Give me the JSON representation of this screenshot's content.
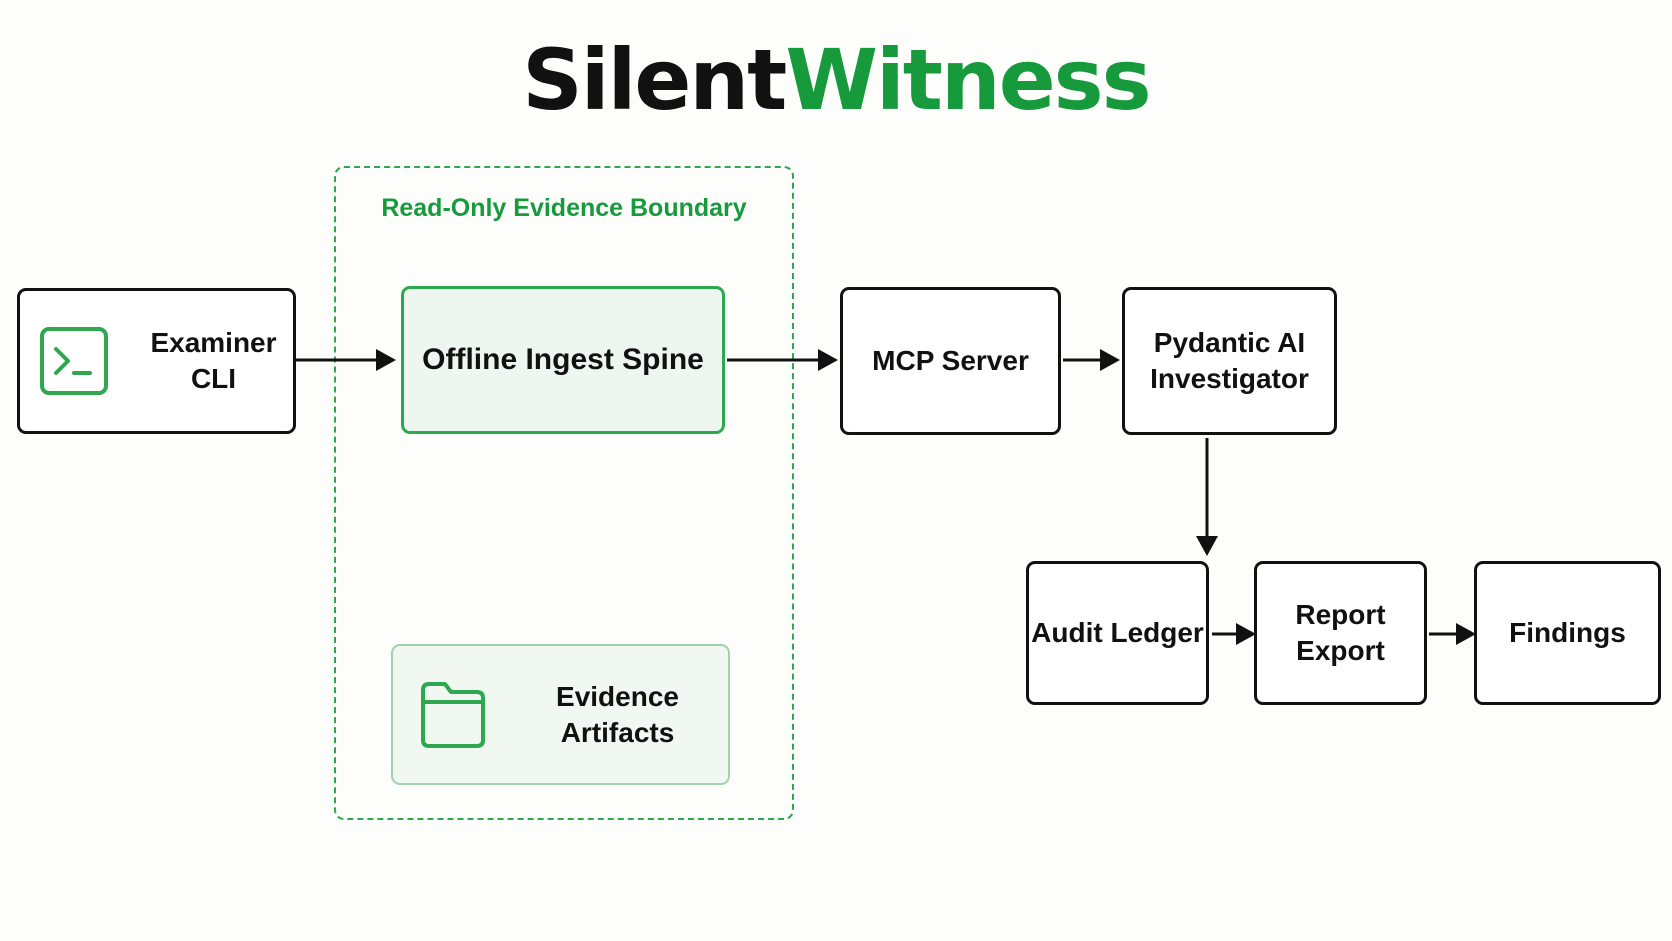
{
  "title": {
    "part1": "Silent",
    "part2": "Witness"
  },
  "boundary": {
    "label": "Read-Only Evidence Boundary"
  },
  "nodes": {
    "examiner": {
      "label": "Examiner CLI",
      "icon": "terminal-icon"
    },
    "ingest": {
      "label": "Offline Ingest Spine"
    },
    "evidence": {
      "label": "Evidence Artifacts",
      "icon": "folder-icon"
    },
    "mcp": {
      "label": "MCP Server"
    },
    "investigator": {
      "label": "Pydantic AI\nInvestigator"
    },
    "audit": {
      "label": "Audit Ledger"
    },
    "report": {
      "label": "Report Export"
    },
    "findings": {
      "label": "Findings"
    }
  },
  "edges": [
    {
      "from": "Examiner CLI",
      "to": "Offline Ingest Spine"
    },
    {
      "from": "Offline Ingest Spine",
      "to": "MCP Server"
    },
    {
      "from": "MCP Server",
      "to": "Pydantic AI Investigator"
    },
    {
      "from": "Pydantic AI Investigator",
      "to": "Audit Ledger"
    },
    {
      "from": "Audit Ledger",
      "to": "Report Export"
    },
    {
      "from": "Report Export",
      "to": "Findings"
    }
  ],
  "colors": {
    "accent": "#179a3c",
    "boundary": "#2ea84f",
    "ink": "#111111",
    "fill_green": "#eef7ef"
  }
}
